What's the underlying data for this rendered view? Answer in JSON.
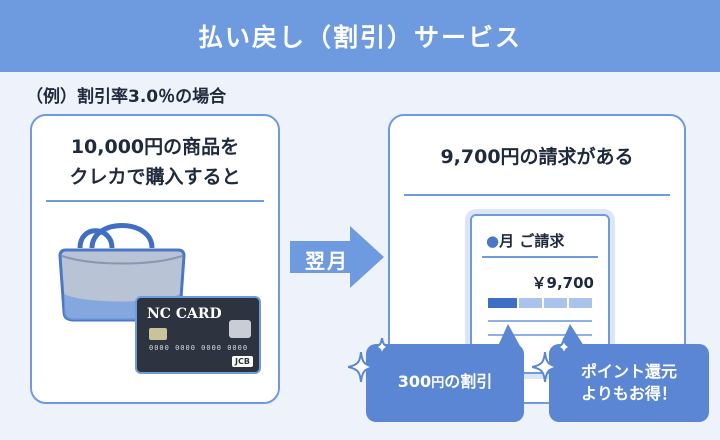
{
  "title": "払い戻し（割引）サービス",
  "example_note": "（例）割引率3.0％の場合",
  "left_panel": {
    "line1": "10,000円の商品を",
    "line2": "クレカで購入すると"
  },
  "card": {
    "brand_text": "NC CARD",
    "network": "JCB",
    "number_text": "0000 0000 0000 0000"
  },
  "arrow_label": "翌月",
  "right_panel": {
    "heading": "9,700円の請求がある"
  },
  "invoice": {
    "dot": "●",
    "heading": "月 ご請求",
    "amount": "￥9,700"
  },
  "bubbles": {
    "discount_amount": "300",
    "discount_unit": "円",
    "discount_rest": "の割引",
    "points_line1": "ポイント還元",
    "points_line2": "よりもお得！"
  },
  "colors": {
    "accent": "#6e9be0",
    "bubble": "#5a86d4",
    "background": "#edf2fb"
  }
}
